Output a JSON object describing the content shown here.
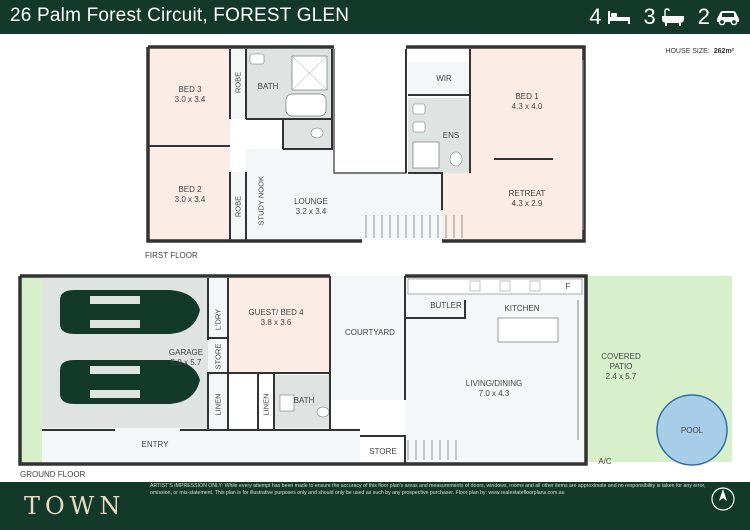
{
  "header": {
    "title": "26 Palm Forest Circuit, FOREST GLEN",
    "stats": [
      {
        "value": "4",
        "icon": "bed-icon"
      },
      {
        "value": "3",
        "icon": "bath-icon"
      },
      {
        "value": "2",
        "icon": "car-icon"
      }
    ]
  },
  "house_size": {
    "label": "HOUSE SIZE:",
    "value": "262m²"
  },
  "first_floor": {
    "label": "FIRST FLOOR",
    "rooms": {
      "bed3": {
        "name": "BED 3",
        "dims": "3.0 x 3.4"
      },
      "bed2": {
        "name": "BED 2",
        "dims": "3.0 x 3.4"
      },
      "robe_top": "ROBE",
      "robe_bottom": "ROBE",
      "bath": "BATH",
      "study": "STUDY NOOK",
      "lounge": {
        "name": "LOUNGE",
        "dims": "3.2 x 3.4"
      },
      "wir": "WIR",
      "ens": "ENS",
      "bed1": {
        "name": "BED 1",
        "dims": "4.3 x 4.0"
      },
      "retreat": {
        "name": "RETREAT",
        "dims": "4.3 x 2.9"
      }
    }
  },
  "ground_floor": {
    "label": "GROUND FLOOR",
    "rooms": {
      "garage": {
        "name": "GARAGE",
        "dims": "5.9 x 5.7"
      },
      "ldry": "L'DRY",
      "store_left": "STORE",
      "linen_left": "LINEN",
      "linen_mid": "LINEN",
      "guest": {
        "name": "GUEST/ BED 4",
        "dims": "3.8 x 3.6"
      },
      "bath": "BATH",
      "courtyard": "COURTYARD",
      "butler": "BUTLER",
      "kitchen": "KITCHEN",
      "fridge": "F",
      "living": {
        "name": "LIVING/DINING",
        "dims": "7.0 x 4.3"
      },
      "patio": {
        "name": "COVERED PATIO",
        "dims": "2.4 x 5.7"
      },
      "pool": "POOL",
      "entry": "ENTRY",
      "store_bottom": "STORE",
      "ac": "A/C"
    }
  },
  "footer": {
    "brand": "TOWN",
    "disclaimer": "ARTIST'S IMPRESSION ONLY: While every attempt has been made to ensure the accuracy of this floor plan's areas and measurements of doors, windows, rooms and all other items are approximate and no responsibility is taken for any error, omission, or mis-statement. This plan is for illustrative purposes only and should only be used as such by any prospective purchaser. Floor plan by: www.realestatefloorplans.com.au"
  },
  "colors": {
    "header_bg": "#13392b",
    "wall": "#333333",
    "bedroom_fill": "#fbede6",
    "wet_fill": "#dfe4e3",
    "living_fill": "#f4f7f7",
    "outdoor_fill": "#d8efcc",
    "pool_fill": "#a8cde8",
    "brand_text": "#e9dcc2"
  }
}
